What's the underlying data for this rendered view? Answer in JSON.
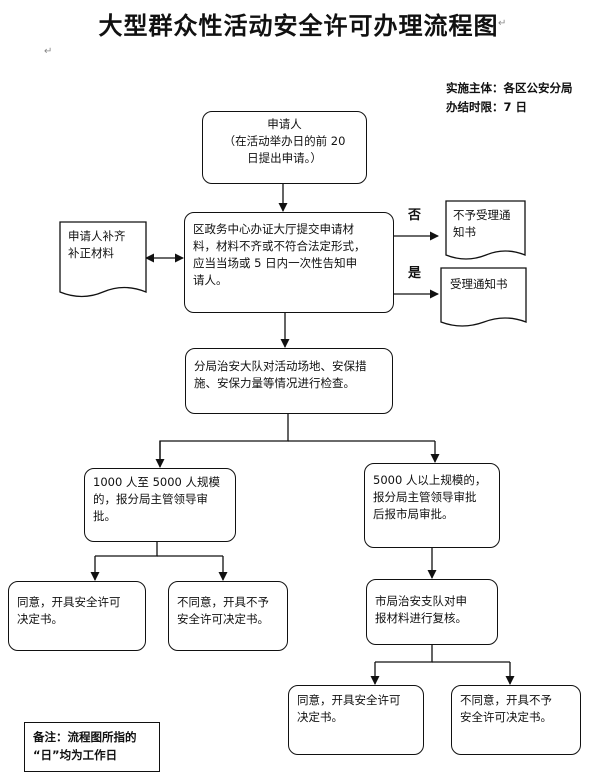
{
  "title": "大型群众性活动安全许可办理流程图",
  "meta": {
    "subject": "实施主体：各区公安分局",
    "time_limit": "办结时限：7 日"
  },
  "boxes": {
    "applicant": [
      "申请人",
      "（在活动举办日的前 20",
      "日提出申请。）"
    ],
    "service_center": [
      "区政务中心办证大厅提交申请材",
      "料，材料不齐或不符合法定形式，",
      "应当当场或 5 日内一次性告知申",
      "请人。"
    ],
    "inspection": [
      "分局治安大队对活动场地、安保措",
      "施、安保力量等情况进行检查。"
    ],
    "scale_small": [
      "1000 人至 5000 人规模",
      "的，报分局主管领导审",
      "批。"
    ],
    "scale_large": [
      "5000 人以上规模的，",
      "报分局主管领导审批",
      "后报市局审批。"
    ],
    "agree_left": [
      "同意，开具安全许可",
      "决定书。"
    ],
    "disagree_left": [
      "不同意，开具不予",
      "安全许可决定书。"
    ],
    "city_review": [
      "市局治安支队对申",
      "报材料进行复核。"
    ],
    "agree_right": [
      "同意，开具安全许可",
      "决定书。"
    ],
    "disagree_right": [
      "不同意，开具不予",
      "安全许可决定书。"
    ]
  },
  "documents": {
    "supplement": [
      "申请人补齐",
      "补正材料"
    ],
    "not_accepted": [
      "不予受理通",
      "知书"
    ],
    "accepted": [
      "受理通知书"
    ]
  },
  "labels": {
    "no": "否",
    "yes": "是"
  },
  "note": [
    "备注：流程图所指的",
    "“日”均为工作日"
  ],
  "pilcrow": "↵"
}
